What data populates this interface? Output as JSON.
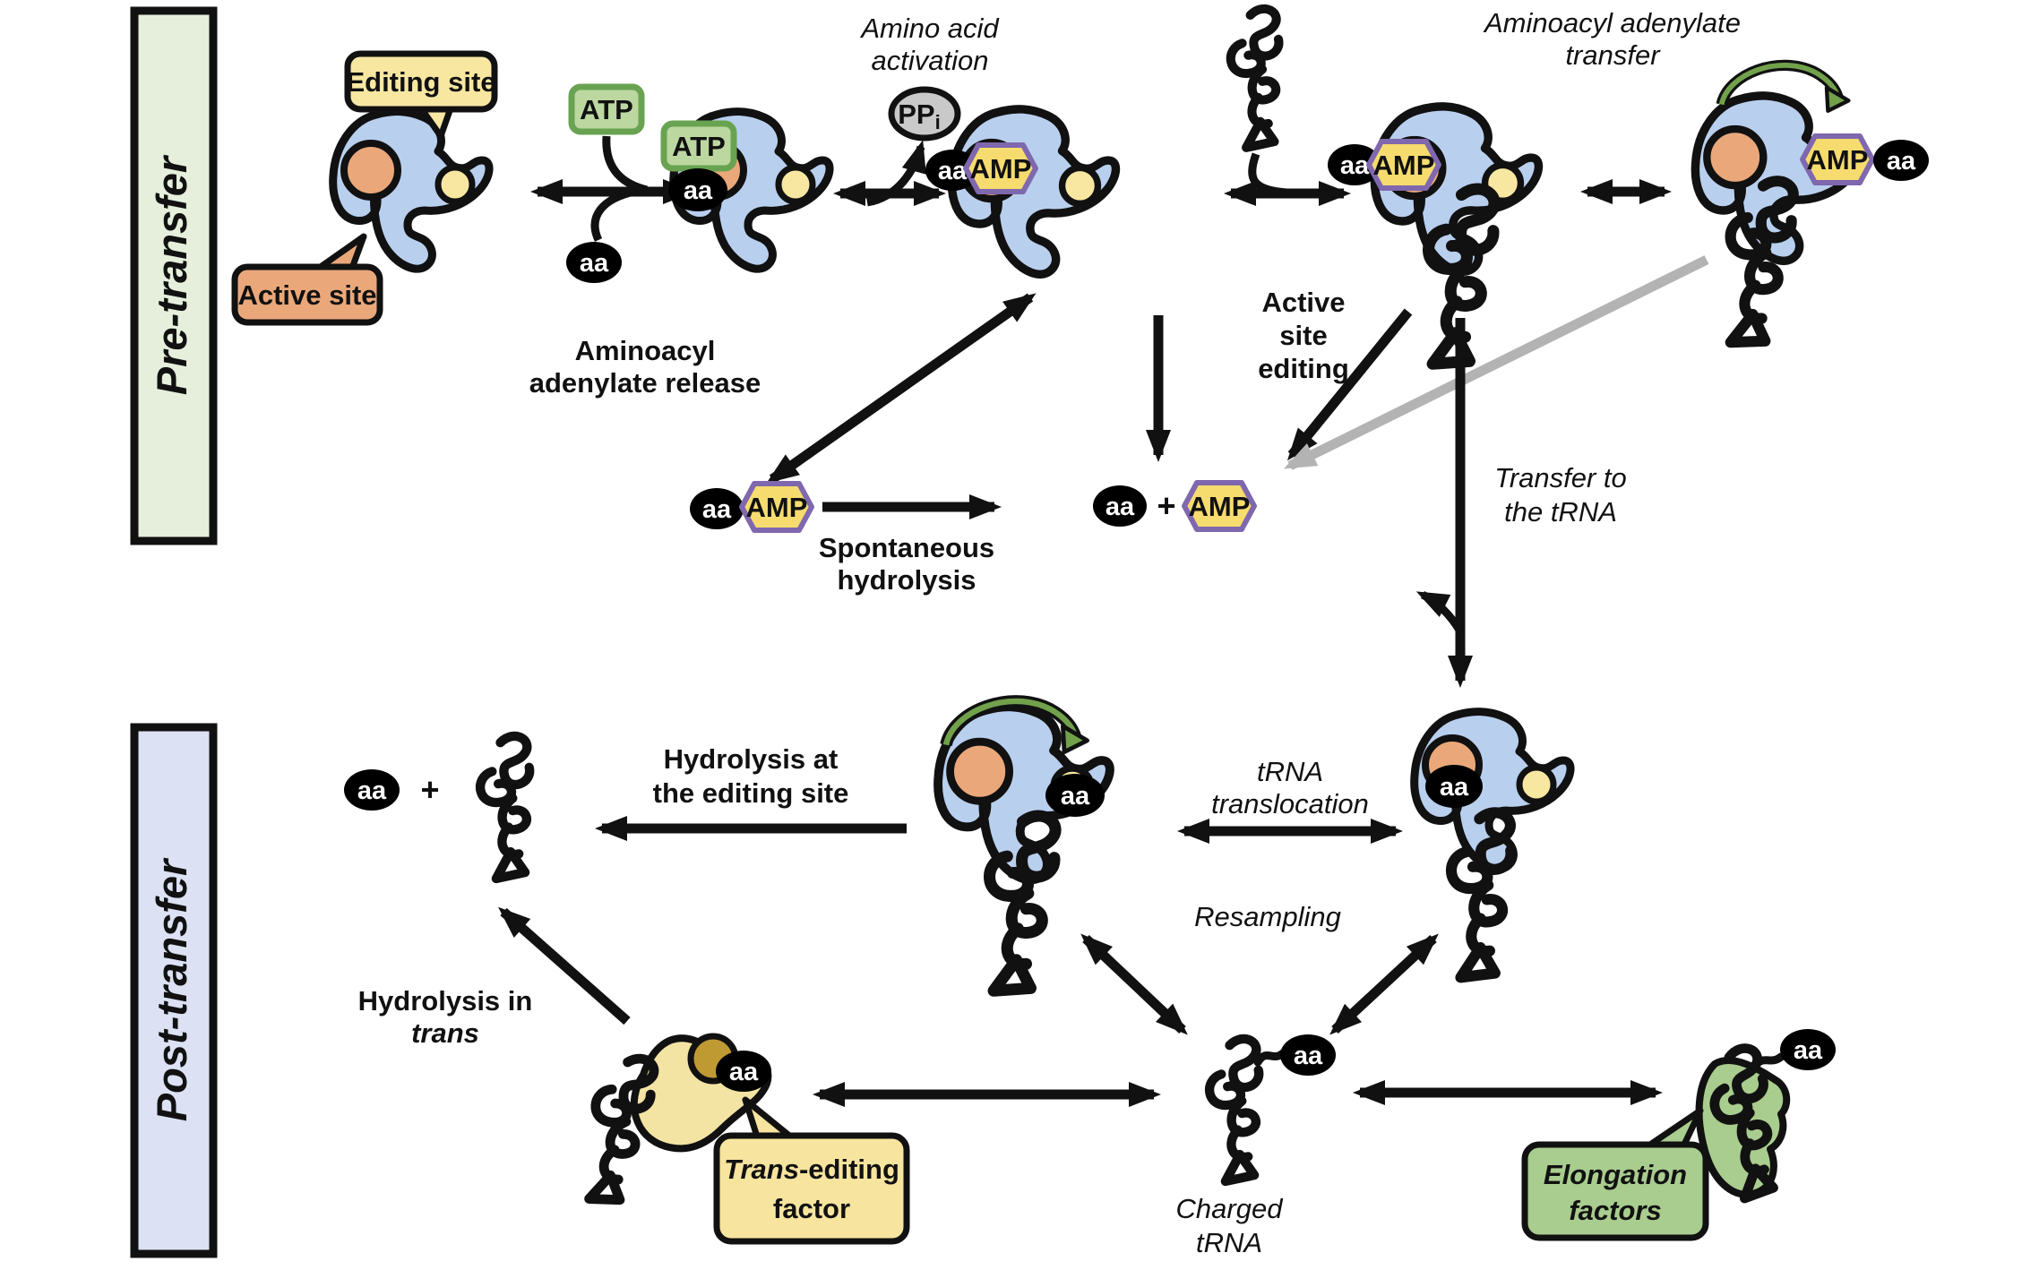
{
  "banners": {
    "pre": "Pre-transfer",
    "post": "Post-transfer"
  },
  "callouts": {
    "editing_site": "Editing site",
    "active_site": "Active site",
    "trans_editing_italic": "Trans",
    "trans_editing_rest": "-editing",
    "trans_editing_line2": "factor",
    "elongation_line1": "Elongation",
    "elongation_line2": "factors"
  },
  "molecules": {
    "atp": "ATP",
    "aa": "aa",
    "amp": "AMP",
    "pp": "PP",
    "pi_sub": "i",
    "plus": "+"
  },
  "labels": {
    "amino_acid_activation": [
      "Amino acid",
      "activation"
    ],
    "aminoacyl_adenylate_transfer": [
      "Aminoacyl adenylate",
      "transfer"
    ],
    "aminoacyl_adenylate_release": [
      "Aminoacyl",
      "adenylate release"
    ],
    "active_site_editing": [
      "Active",
      "site",
      "editing"
    ],
    "spontaneous_hydrolysis": [
      "Spontaneous",
      "hydrolysis"
    ],
    "transfer_to_trna": [
      "Transfer to",
      "the tRNA"
    ],
    "trna_translocation": [
      "tRNA",
      "translocation"
    ],
    "hydrolysis_editing_site": [
      "Hydrolysis at",
      "the editing site"
    ],
    "resampling": "Resampling",
    "hydrolysis_in_trans": [
      "Hydrolysis in",
      "trans"
    ],
    "charged_trna": [
      "Charged",
      "tRNA"
    ]
  },
  "colors": {
    "enzyme_fill": "#b9cfee",
    "active_site": "#eaa87a",
    "editing_site": "#f8e7a1",
    "atp_fill": "#bcd7a0",
    "atp_border": "#69a351",
    "amp_fill": "#f6dc6e",
    "amp_border": "#7f68ae",
    "ppi_fill": "#c9c9c9",
    "aa_fill": "#000000",
    "green_arrow": "#72a14c",
    "gray_arrow": "#b3b3b3",
    "banner_pre": "#e5efdc",
    "banner_post": "#dce1f3",
    "trans_factor_fill": "#f4e4a4",
    "trans_factor_site": "#bf9a33",
    "elongation_fill": "#a9cc8f",
    "outline": "#111111"
  }
}
